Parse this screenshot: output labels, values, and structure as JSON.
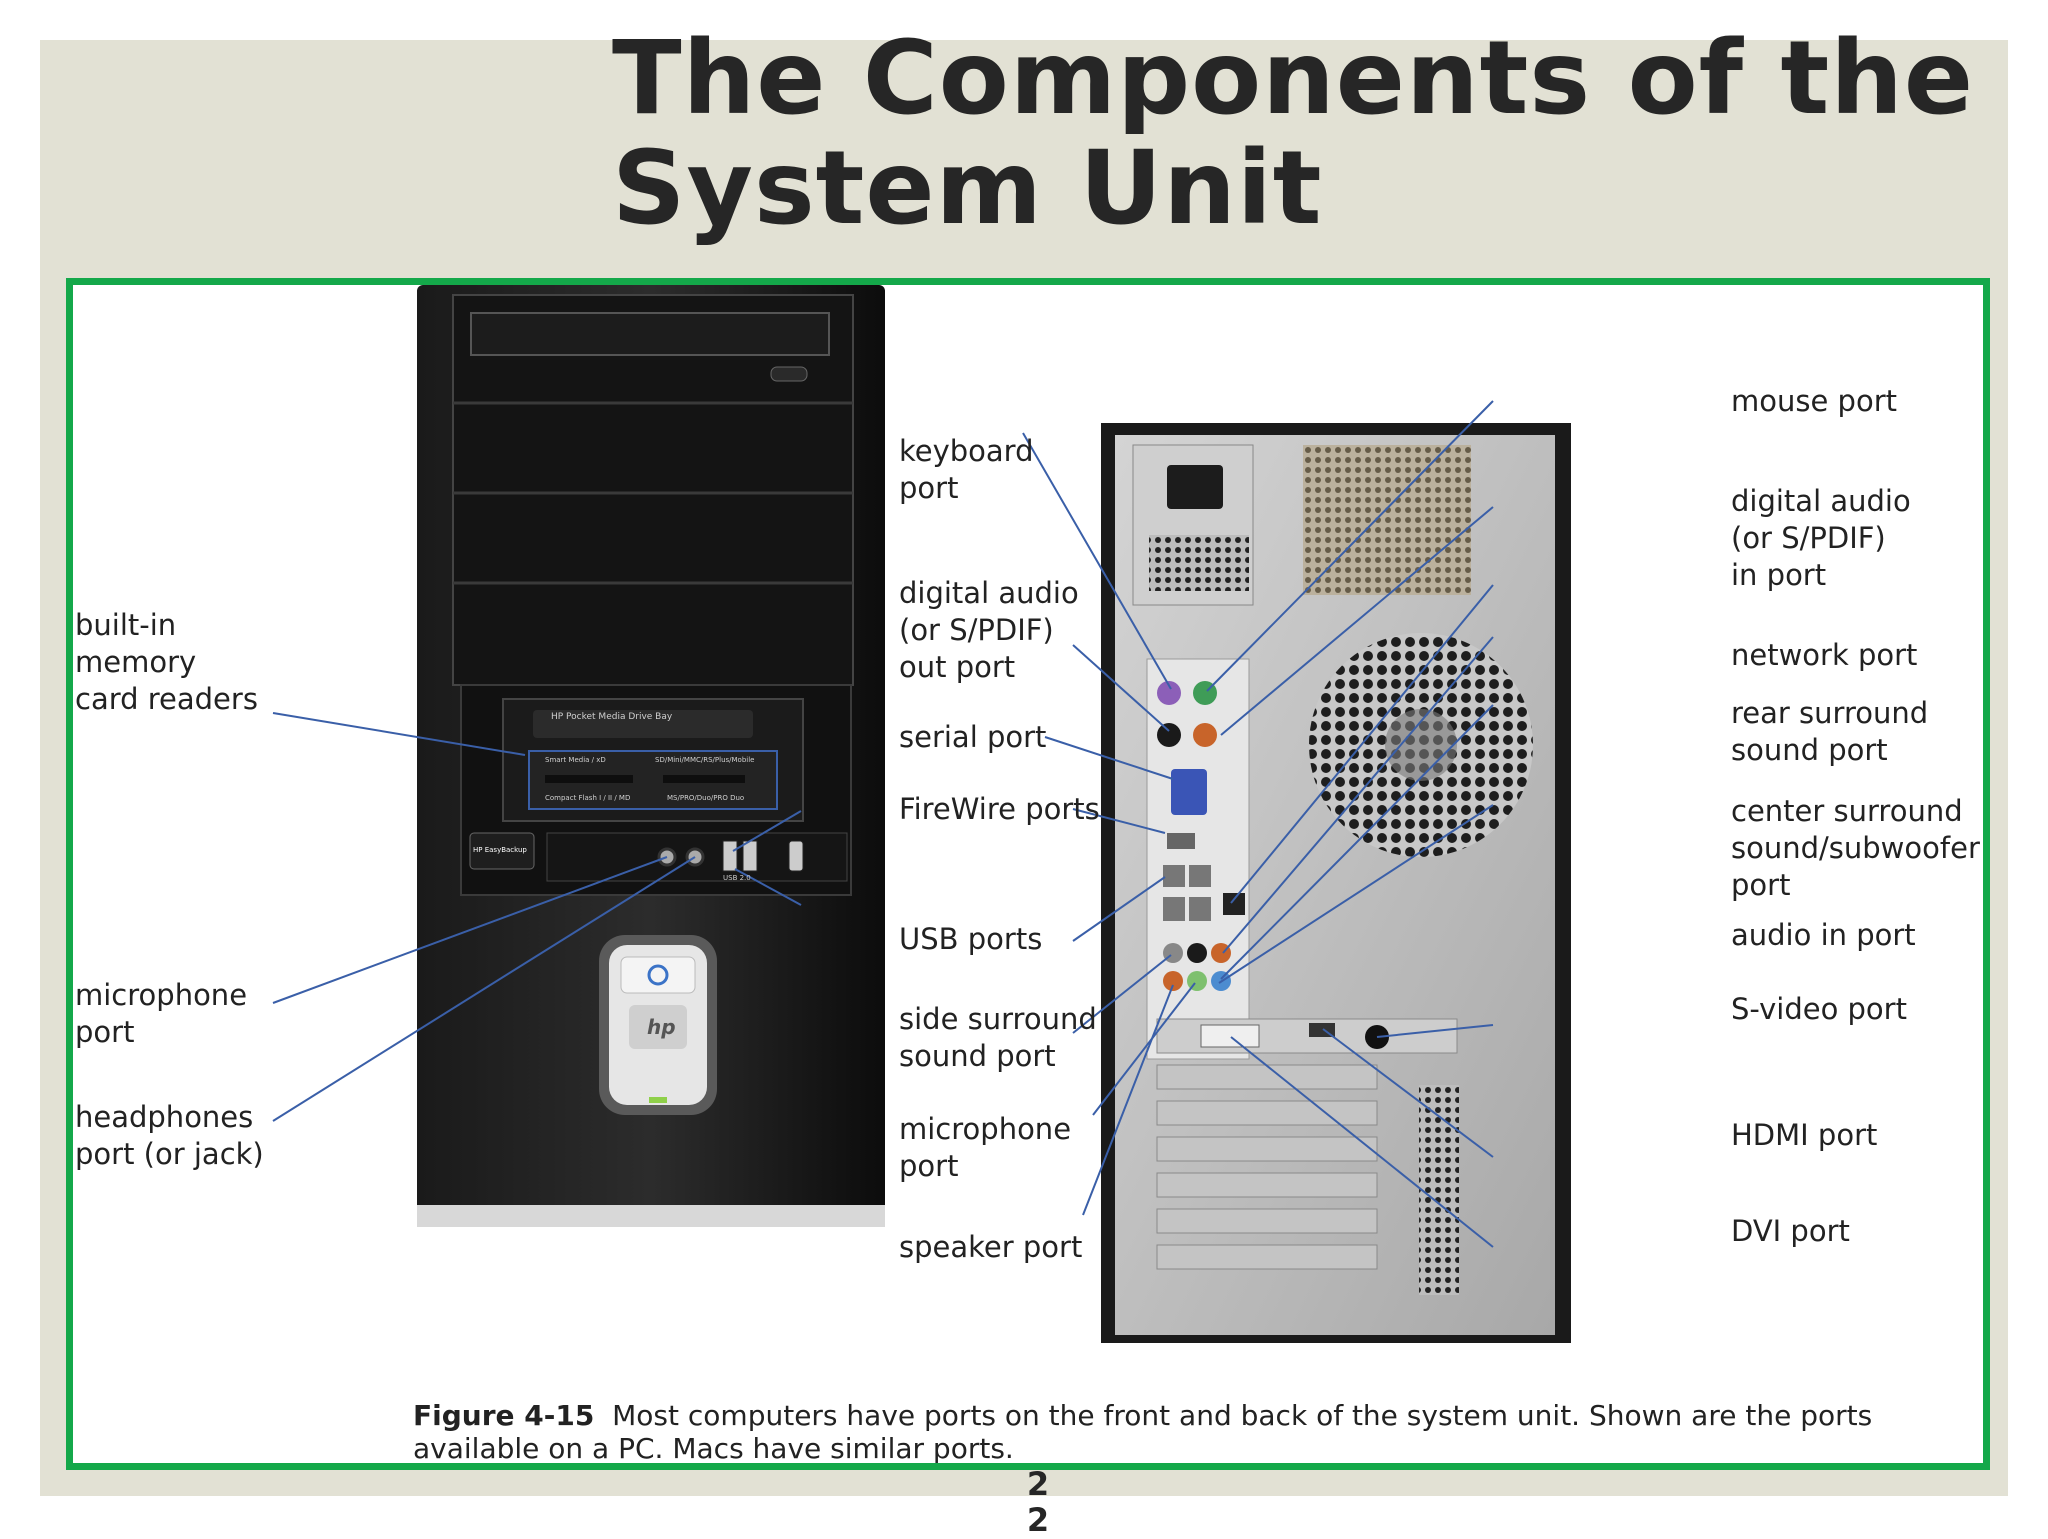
{
  "title": "The Components of the\nSystem Unit",
  "front_labels": {
    "card_readers": "built-in\nmemory\ncard readers",
    "microphone": "microphone\nport",
    "headphones": "headphones\nport (or jack)"
  },
  "middle_labels": {
    "keyboard": "keyboard\nport",
    "spdif_out": "digital audio\n(or S/PDIF)\nout port",
    "serial": "serial port",
    "firewire": "FireWire ports",
    "usb": "USB ports",
    "side_surround": "side surround\nsound port",
    "microphone": "microphone\nport",
    "speaker": "speaker port"
  },
  "right_labels": {
    "mouse": "mouse port",
    "spdif_in": "digital audio\n(or S/PDIF)\nin port",
    "network": "network port",
    "rear_surround": "rear surround\nsound port",
    "center_surround": "center surround\nsound/subwoofer\nport",
    "audio_in": "audio in port",
    "svideo": "S-video port",
    "hdmi": "HDMI port",
    "dvi": "DVI port"
  },
  "caption": {
    "figure_number": "Figure 4-15",
    "text": "Most computers have ports on the front and back of the system unit. Shown are the ports available on a PC. Macs have similar ports."
  },
  "slide_number": "2\n2",
  "colors": {
    "frame": "#14a84a",
    "slide_background": "#e2e1d4",
    "leader_line": "#3a5fa8",
    "title_text": "#262626"
  },
  "front_panel_text": {
    "drive_bay": "HP Pocket Media Drive Bay",
    "card_slot_1": "Smart Media / xD",
    "card_slot_2": "SD/Mini/MMC/RS/Plus/Mobile",
    "card_slot_3": "Compact Flash I / II / MD",
    "card_slot_4": "MS/PRO/Duo/PRO Duo",
    "easy_backup": "HP EasyBackup",
    "usb_text": "USB 2.0",
    "logo": "hp"
  }
}
